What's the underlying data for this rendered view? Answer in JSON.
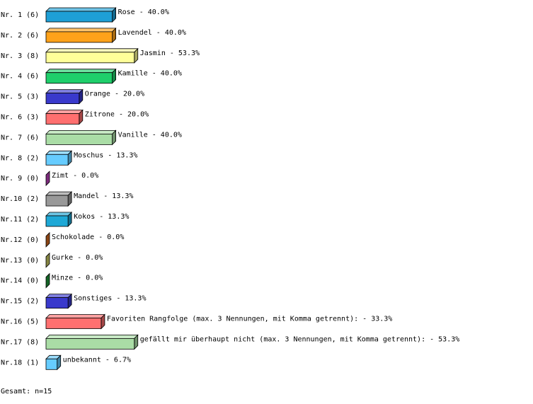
{
  "chart_data": {
    "type": "bar",
    "orientation": "horizontal",
    "style": "3d",
    "categories": [
      "Nr. 1",
      "Nr. 2",
      "Nr. 3",
      "Nr. 4",
      "Nr. 5",
      "Nr. 6",
      "Nr. 7",
      "Nr. 8",
      "Nr. 9",
      "Nr.10",
      "Nr.11",
      "Nr.12",
      "Nr.13",
      "Nr.14",
      "Nr.15",
      "Nr.16",
      "Nr.17",
      "Nr.18"
    ],
    "counts": [
      6,
      6,
      8,
      6,
      3,
      3,
      6,
      2,
      0,
      2,
      2,
      0,
      0,
      0,
      2,
      5,
      8,
      1
    ],
    "labels": [
      "Rose",
      "Lavendel",
      "Jasmin",
      "Kamille",
      "Orange",
      "Zitrone",
      "Vanille",
      "Moschus",
      "Zimt",
      "Mandel",
      "Kokos",
      "Schokolade",
      "Gurke",
      "Minze",
      "Sonstiges",
      "Favoriten Rangfolge (max. 3 Nennungen, mit Komma getrennt):",
      "gefällt mir überhaupt nicht (max. 3 Nennungen, mit Komma getrennt):",
      "unbekannt"
    ],
    "values": [
      40.0,
      40.0,
      53.3,
      40.0,
      20.0,
      20.0,
      40.0,
      13.3,
      0.0,
      13.3,
      13.3,
      0.0,
      0.0,
      0.0,
      13.3,
      33.3,
      53.3,
      6.7
    ],
    "value_labels": [
      "40.0%",
      "40.0%",
      "53.3%",
      "40.0%",
      "20.0%",
      "20.0%",
      "40.0%",
      "13.3%",
      "0.0%",
      "13.3%",
      "13.3%",
      "0.0%",
      "0.0%",
      "0.0%",
      "13.3%",
      "33.3%",
      "53.3%",
      "6.7%"
    ],
    "colors": [
      "#1e9fd6",
      "#ffa21a",
      "#ffff99",
      "#1fcf6b",
      "#3939cc",
      "#ff6f6f",
      "#aadda6",
      "#66ccff",
      "#c040c0",
      "#999999",
      "#1ea8d6",
      "#d66a1e",
      "#cccc66",
      "#1e9a3a",
      "#3939cc",
      "#ff7070",
      "#aadda6",
      "#66ccff"
    ],
    "xlim": [
      0,
      100
    ],
    "separator": " - ",
    "footer": "Gesamt: n=15"
  }
}
